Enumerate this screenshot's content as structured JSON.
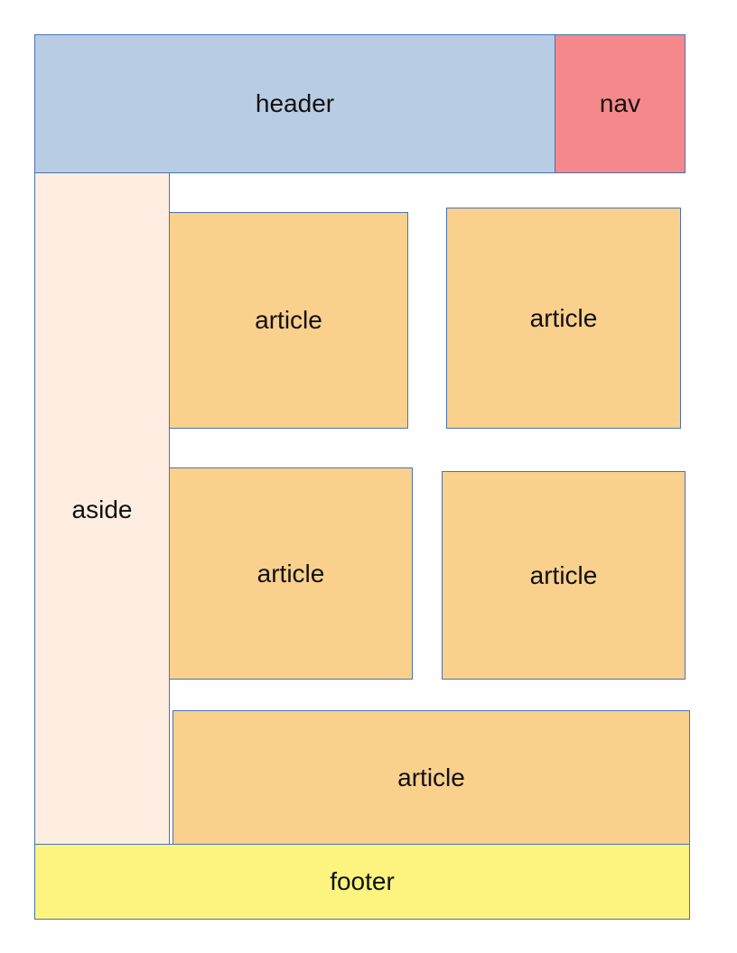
{
  "diagram": {
    "header": {
      "label": "header"
    },
    "nav": {
      "label": "nav"
    },
    "aside": {
      "label": "aside"
    },
    "articles": [
      {
        "label": "article"
      },
      {
        "label": "article"
      },
      {
        "label": "article"
      },
      {
        "label": "article"
      },
      {
        "label": "article"
      }
    ],
    "footer": {
      "label": "footer"
    },
    "colors": {
      "header": "#b8cce4",
      "nav": "#f4888a",
      "aside": "#fdeee1",
      "article": "#fad08d",
      "footer": "#fcf47f",
      "border": "#4a72b5"
    }
  }
}
